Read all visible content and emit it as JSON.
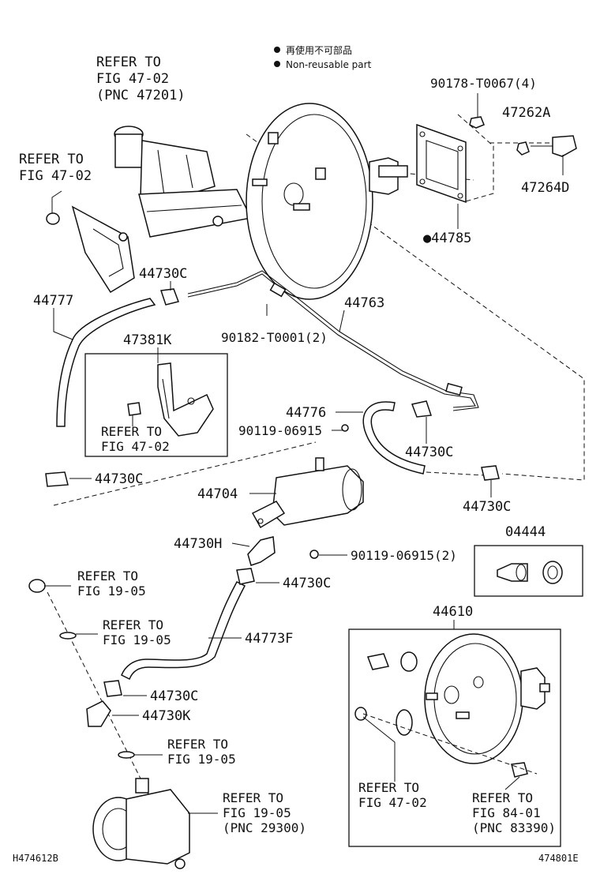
{
  "legend": {
    "japanese": "再使用不可部品",
    "english": "Non-reusable part"
  },
  "labels": {
    "refer_mc_1": "REFER TO",
    "refer_mc_2": "FIG 47-02",
    "refer_mc_3": "(PNC 47201)",
    "refer_bracket_1": "REFER TO",
    "refer_bracket_2": "FIG 47-02",
    "p90178": "90178-T0067(4)",
    "p47262A": "47262A",
    "p47264D": "47264D",
    "p44785": "●44785",
    "p44730C_top": "44730C",
    "p44777": "44777",
    "p44763": "44763",
    "p47381K": "47381K",
    "p90182": "90182-T0001(2)",
    "refer_box_1": "REFER TO",
    "refer_box_2": "FIG 47-02",
    "p44776": "44776",
    "p90119_a": "90119-06915",
    "p44730C_mid": "44730C",
    "p44730C_left": "44730C",
    "p44730C_right": "44730C",
    "p44704": "44704",
    "p04444": "04444",
    "p44730H": "44730H",
    "p90119_b": "90119-06915(2)",
    "p44730C_low": "44730C",
    "refer_19_1a": "REFER TO",
    "refer_19_1b": "FIG 19-05",
    "refer_19_2a": "REFER TO",
    "refer_19_2b": "FIG 19-05",
    "p44773F": "44773F",
    "p44610": "44610",
    "p44730C_bottom": "44730C",
    "p44730K": "44730K",
    "refer_19_3a": "REFER TO",
    "refer_19_3b": "FIG 19-05",
    "refer_pump_1": "REFER TO",
    "refer_pump_2": "FIG 19-05",
    "refer_pump_3": "(PNC 29300)",
    "refer_4702_1": "REFER TO",
    "refer_4702_2": "FIG 47-02",
    "refer_8401_1": "REFER TO",
    "refer_8401_2": "FIG 84-01",
    "refer_8401_3": "(PNC 83390)",
    "code_left": "H474612B",
    "code_right": "474801E"
  }
}
